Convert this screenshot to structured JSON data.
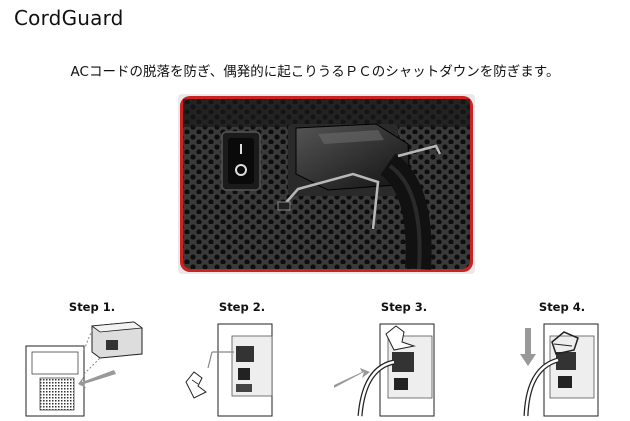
{
  "page": {
    "title": "CordGuard",
    "subtitle": "ACコードの脱落を防ぎ、偶発的に起こりうるＰＣのシャットダウンを防ぎます。"
  },
  "hero_image": {
    "description_icon": "power-cord-guard-photo",
    "accent_border_color": "#cc2222"
  },
  "steps": [
    {
      "label": "Step 1."
    },
    {
      "label": "Step 2."
    },
    {
      "label": "Step 3."
    },
    {
      "label": "Step 4."
    }
  ]
}
